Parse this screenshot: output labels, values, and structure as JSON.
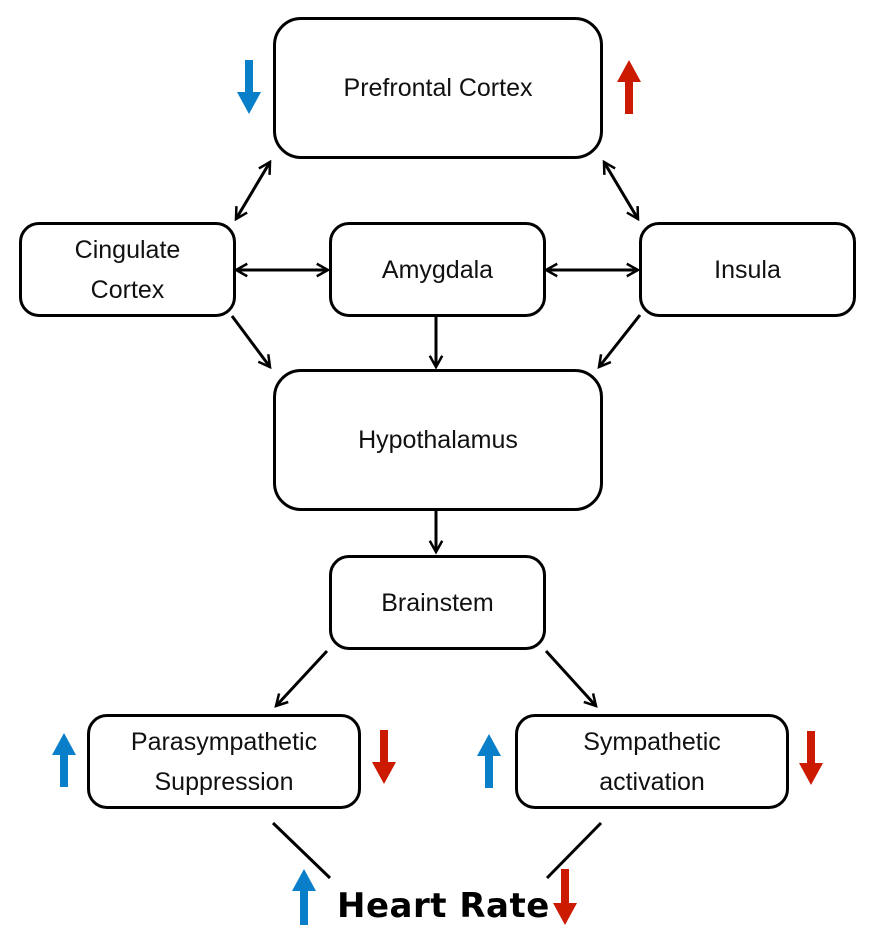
{
  "nodes": {
    "prefrontal": "Prefrontal Cortex",
    "cingulate": "Cingulate\nCortex",
    "amygdala": "Amygdala",
    "insula": "Insula",
    "hypothalamus": "Hypothalamus",
    "brainstem": "Brainstem",
    "parasympathetic": "Parasympathetic\nSuppression",
    "sympathetic": "Sympathetic\nactivation"
  },
  "outcome": {
    "label": "Heart Rate"
  },
  "colors": {
    "up_blue": "#0A7FC9",
    "down_red": "#CC1A00",
    "line": "#000000"
  },
  "indicators": [
    {
      "node": "prefrontal",
      "side": "left",
      "direction": "down",
      "color": "blue"
    },
    {
      "node": "prefrontal",
      "side": "right",
      "direction": "up",
      "color": "red"
    },
    {
      "node": "parasympathetic",
      "side": "left",
      "direction": "up",
      "color": "blue"
    },
    {
      "node": "parasympathetic",
      "side": "right",
      "direction": "down",
      "color": "red"
    },
    {
      "node": "sympathetic",
      "side": "left",
      "direction": "up",
      "color": "blue"
    },
    {
      "node": "sympathetic",
      "side": "right",
      "direction": "down",
      "color": "red"
    },
    {
      "node": "heart-rate",
      "side": "left",
      "direction": "up",
      "color": "blue"
    },
    {
      "node": "heart-rate",
      "side": "right",
      "direction": "down",
      "color": "red"
    }
  ],
  "edges": [
    {
      "from": "prefrontal",
      "to": "cingulate",
      "type": "bidirectional"
    },
    {
      "from": "prefrontal",
      "to": "insula",
      "type": "bidirectional"
    },
    {
      "from": "cingulate",
      "to": "amygdala",
      "type": "bidirectional"
    },
    {
      "from": "amygdala",
      "to": "insula",
      "type": "bidirectional"
    },
    {
      "from": "cingulate",
      "to": "hypothalamus",
      "type": "directed"
    },
    {
      "from": "amygdala",
      "to": "hypothalamus",
      "type": "directed"
    },
    {
      "from": "insula",
      "to": "hypothalamus",
      "type": "directed"
    },
    {
      "from": "hypothalamus",
      "to": "brainstem",
      "type": "directed"
    },
    {
      "from": "brainstem",
      "to": "parasympathetic",
      "type": "directed"
    },
    {
      "from": "brainstem",
      "to": "sympathetic",
      "type": "directed"
    },
    {
      "from": "parasympathetic",
      "to": "heart-rate",
      "type": "line"
    },
    {
      "from": "sympathetic",
      "to": "heart-rate",
      "type": "line"
    }
  ]
}
